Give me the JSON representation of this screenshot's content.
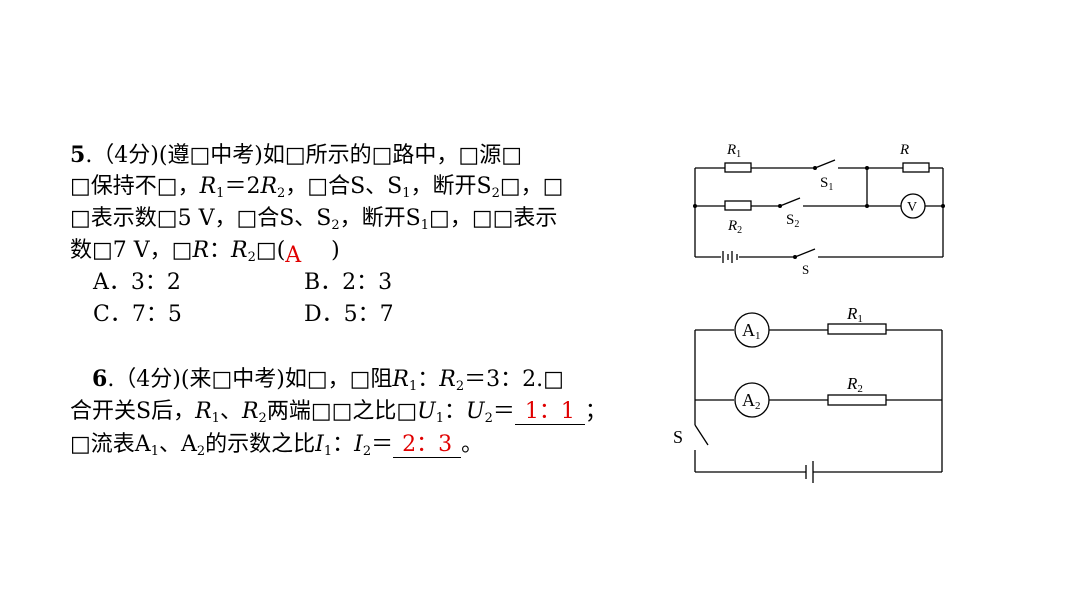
{
  "q5": {
    "num": "5",
    "l1": ".（4分)(遵□中考)如□所示的□路中，□源□",
    "l2a": "□保持不□，",
    "r1": "R",
    "r1sub": "1",
    "eq": "＝2",
    "r2": "R",
    "r2sub": "2",
    "l2b": "，□合S、S",
    "s1sub": "1",
    "l2c": "，断开S",
    "s2sub": "2",
    "l2d": "□，□",
    "l3a": "□表示数□5 V，□合S、S",
    "l3sub": "2",
    "l3b": "，断开S",
    "l3sub2": "1",
    "l3c": "□，□□表示",
    "l4a": "数□7 V，□",
    "l4r": "R",
    "l4colon": "：",
    "l4r2": "R",
    "l4r2sub": "2",
    "l4b": "□(",
    "answer": "A",
    "l4c": ")",
    "options": {
      "a": "A．3：2",
      "b": "B．2：3",
      "c": "C．7：5",
      "d": "D．5：7"
    }
  },
  "q6": {
    "num": "6",
    "l1a": ".（4分)(来□中考)如□，□阻",
    "l1r1": "R",
    "l1r1sub": "1",
    "l1colon": "：",
    "l1r2": "R",
    "l1r2sub": "2",
    "l1b": "＝3：2.□",
    "l2a": "合开关S后，",
    "l2r1": "R",
    "l2r1sub": "1",
    "l2sep": "、",
    "l2r2": "R",
    "l2r2sub": "2",
    "l2b": "两端□□之比□",
    "l2u1": "U",
    "l2u1sub": "1",
    "l2colon": "：",
    "l2u2": "U",
    "l2u2sub": "2",
    "l2eq": "＝",
    "ans1": "1：1",
    "l2c": "；",
    "l3a": "□流表A",
    "l3a1sub": "1",
    "l3sep": "、A",
    "l3a2sub": "2",
    "l3b": "的示数之比",
    "l3i1": "I",
    "l3i1sub": "1",
    "l3colon": "：",
    "l3i2": "I",
    "l3i2sub": "2",
    "l3eq": "＝",
    "ans2": "2：3",
    "l3c": "。"
  },
  "circuit1": {
    "r1": "R",
    "r1sub": "1",
    "r": "R",
    "r2": "R",
    "r2sub": "2",
    "s1": "S",
    "s1sub": "1",
    "s2": "S",
    "s2sub": "2",
    "s": "S",
    "v": "V"
  },
  "circuit2": {
    "a1": "A",
    "a1sub": "1",
    "r1": "R",
    "r1sub": "1",
    "a2": "A",
    "a2sub": "2",
    "r2": "R",
    "r2sub": "2",
    "s": "S"
  }
}
